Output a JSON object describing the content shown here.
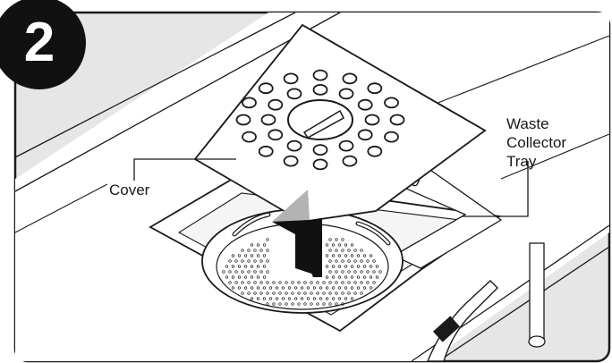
{
  "step": {
    "number": "2"
  },
  "labels": {
    "cover": "Cover",
    "tray_line1": "Waste",
    "tray_line2": "Collector",
    "tray_line3": "Tray"
  },
  "colors": {
    "background_gray": "#e6e6e6",
    "outline": "#1a1a1a",
    "badge": "#111111",
    "arrow_dark": "#111111",
    "arrow_light": "#b3b3b3",
    "white": "#ffffff"
  },
  "icons": {
    "step_badge": "number-circle",
    "arrow": "lift-arrow-icon"
  }
}
